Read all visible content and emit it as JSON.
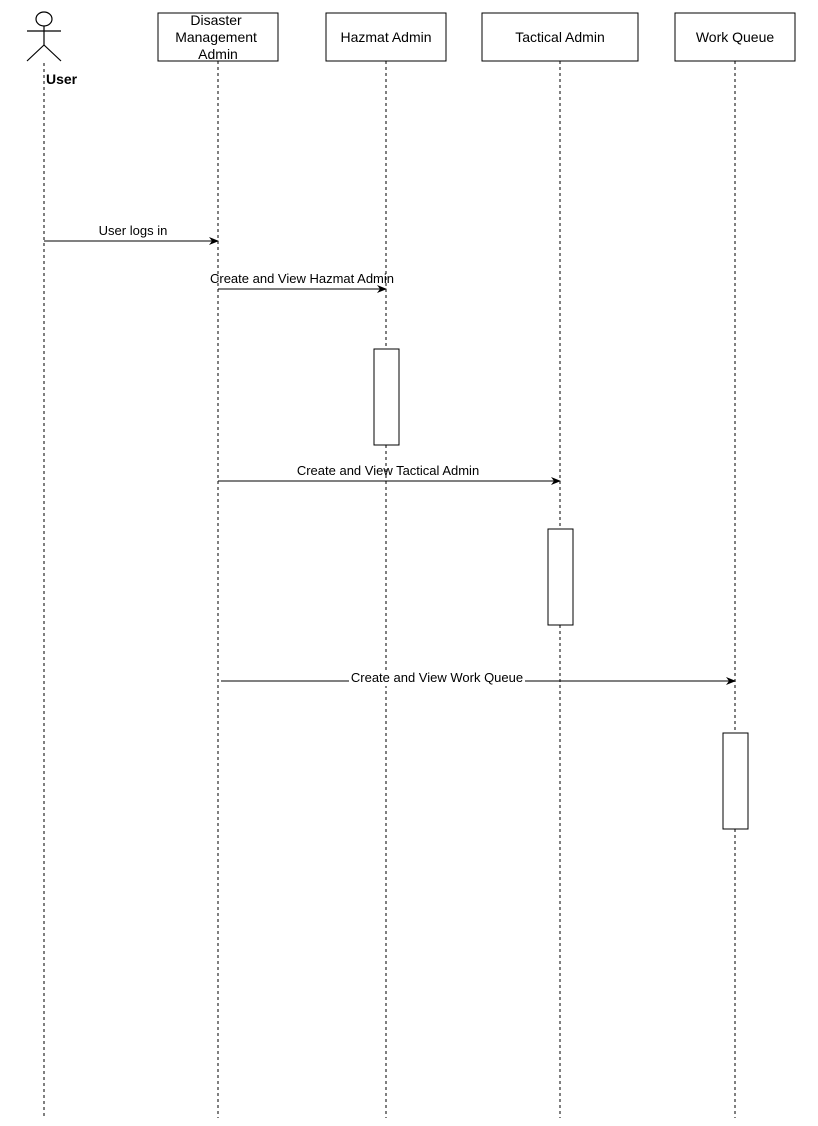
{
  "actor": {
    "label": "User",
    "icon": "stick-figure-actor-icon"
  },
  "participants": [
    {
      "id": "dma",
      "label_lines": [
        "Disaster",
        "Management",
        "Admin"
      ]
    },
    {
      "id": "hazmat",
      "label_lines": [
        "Hazmat Admin"
      ]
    },
    {
      "id": "tactical",
      "label_lines": [
        "Tactical Admin"
      ]
    },
    {
      "id": "workqueue",
      "label_lines": [
        "Work Queue"
      ]
    }
  ],
  "messages": [
    {
      "from": "user",
      "to": "dma",
      "label": "User logs in"
    },
    {
      "from": "dma",
      "to": "hazmat",
      "label": "Create and View Hazmat Admin"
    },
    {
      "from": "dma",
      "to": "tactical",
      "label": "Create and View Tactical Admin"
    },
    {
      "from": "dma",
      "to": "workqueue",
      "label": "Create and View Work Queue"
    }
  ],
  "activations": [
    {
      "participant": "hazmat"
    },
    {
      "participant": "tactical"
    },
    {
      "participant": "workqueue"
    }
  ],
  "colors": {
    "stroke": "#000000",
    "background": "#ffffff"
  }
}
